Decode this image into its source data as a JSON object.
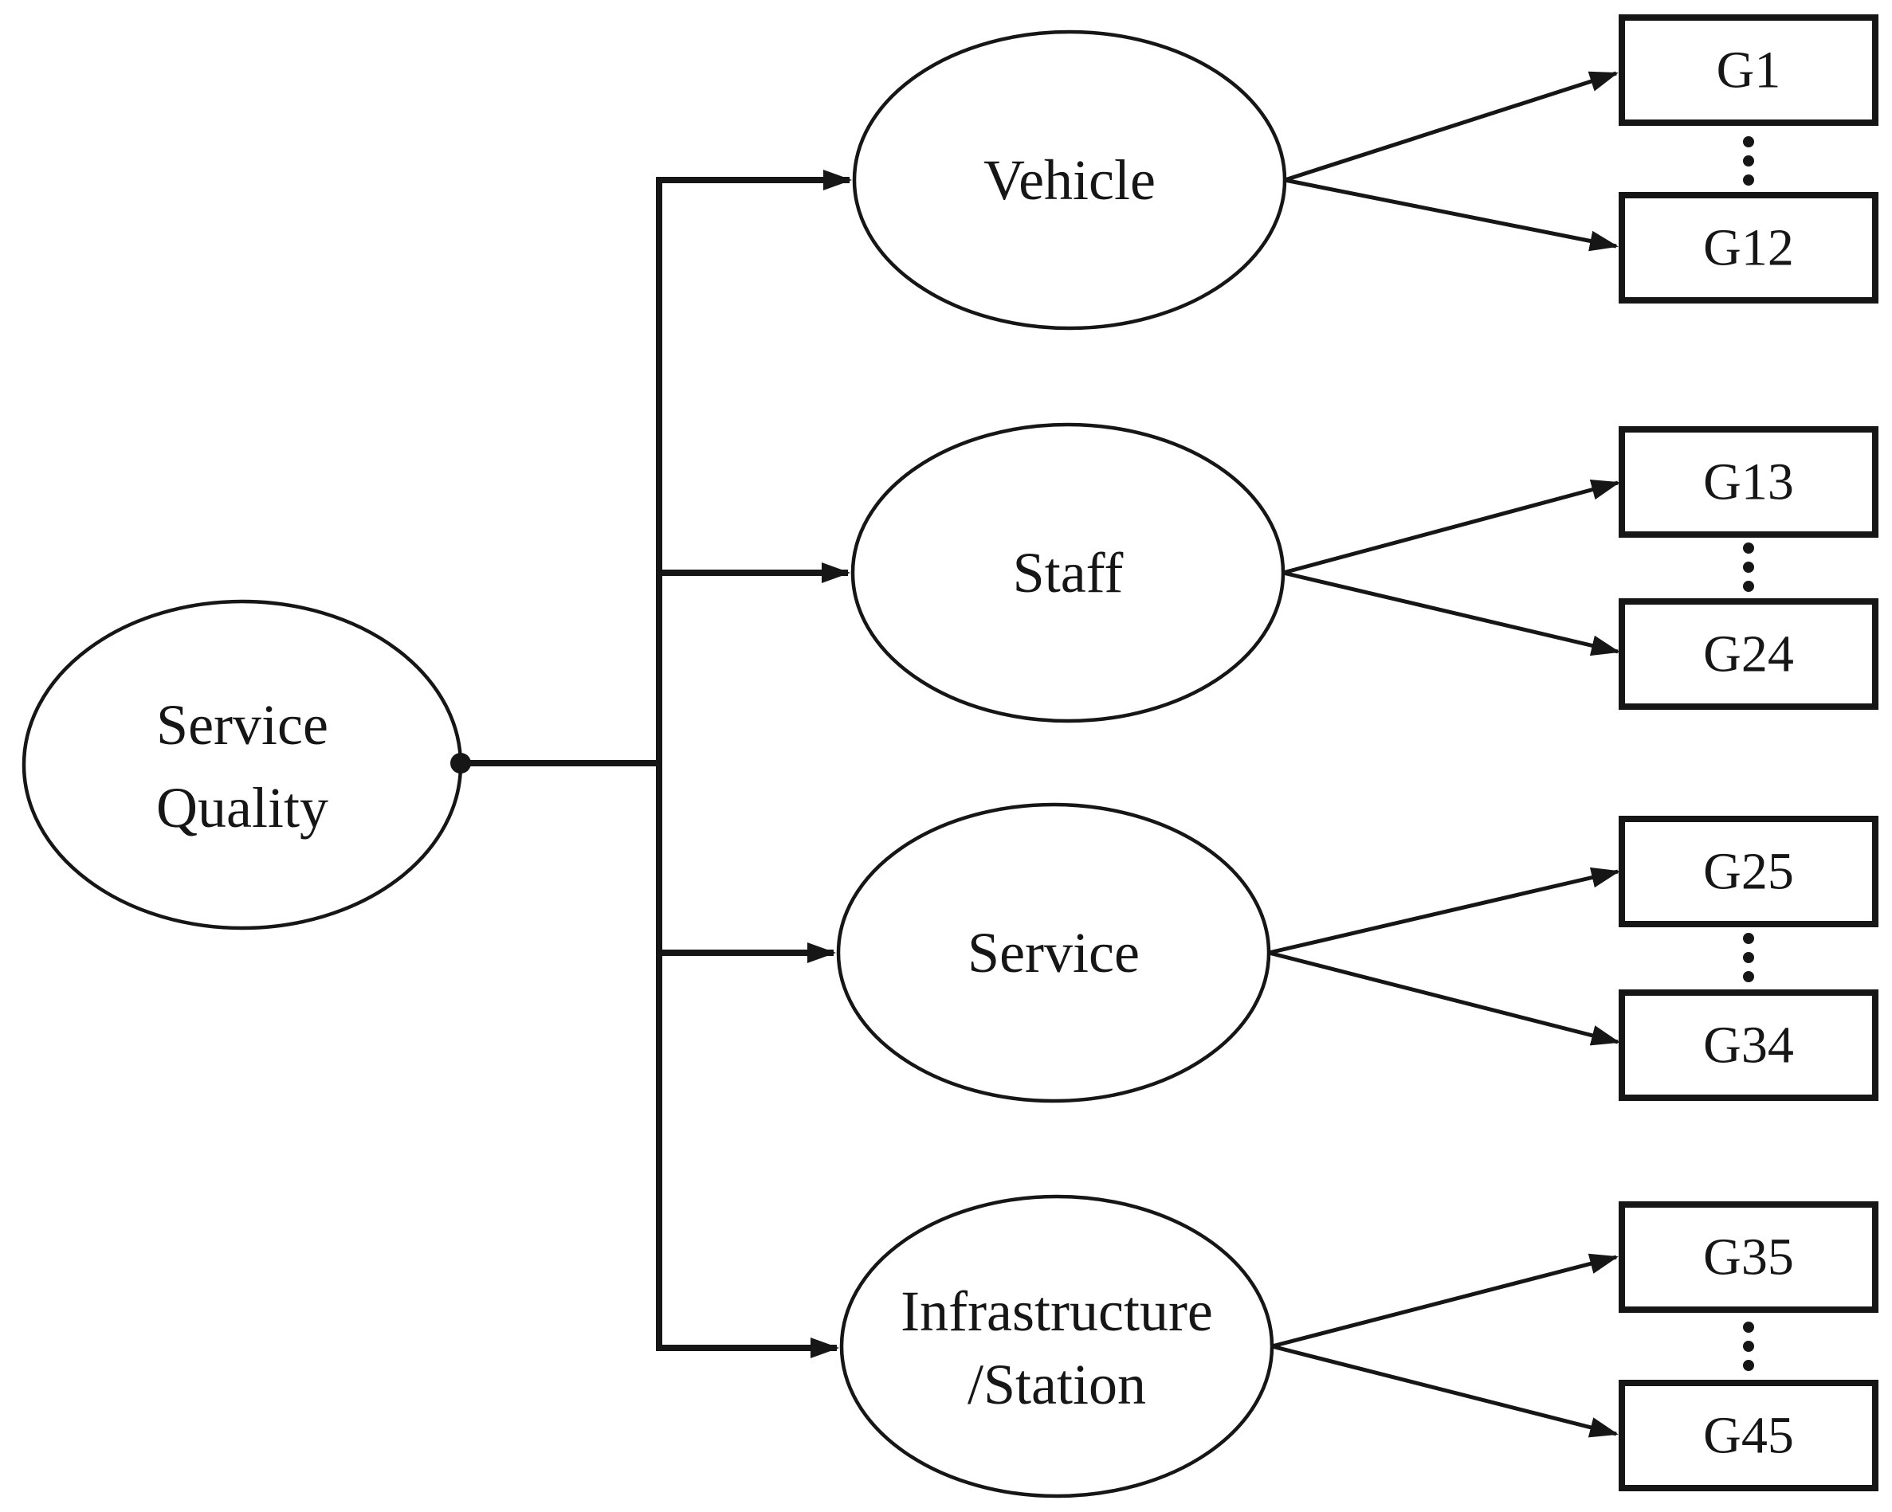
{
  "figure": {
    "root": {
      "name": "Service Quality",
      "lines": [
        "Service",
        "Quality"
      ]
    },
    "factors": [
      {
        "name": "Vehicle",
        "lines": [
          "Vehicle"
        ],
        "first_indicator": "G1",
        "last_indicator": "G12"
      },
      {
        "name": "Staff",
        "lines": [
          "Staff"
        ],
        "first_indicator": "G13",
        "last_indicator": "G24"
      },
      {
        "name": "Service",
        "lines": [
          "Service"
        ],
        "first_indicator": "G25",
        "last_indicator": "G34"
      },
      {
        "name": "Infrastructure/Station",
        "lines": [
          "Infrastructure",
          "/Station"
        ],
        "first_indicator": "G35",
        "last_indicator": "G45"
      }
    ],
    "vertical_ellipsis": "⋮",
    "colors": {
      "ink": "#161616",
      "background": "#ffffff"
    }
  }
}
